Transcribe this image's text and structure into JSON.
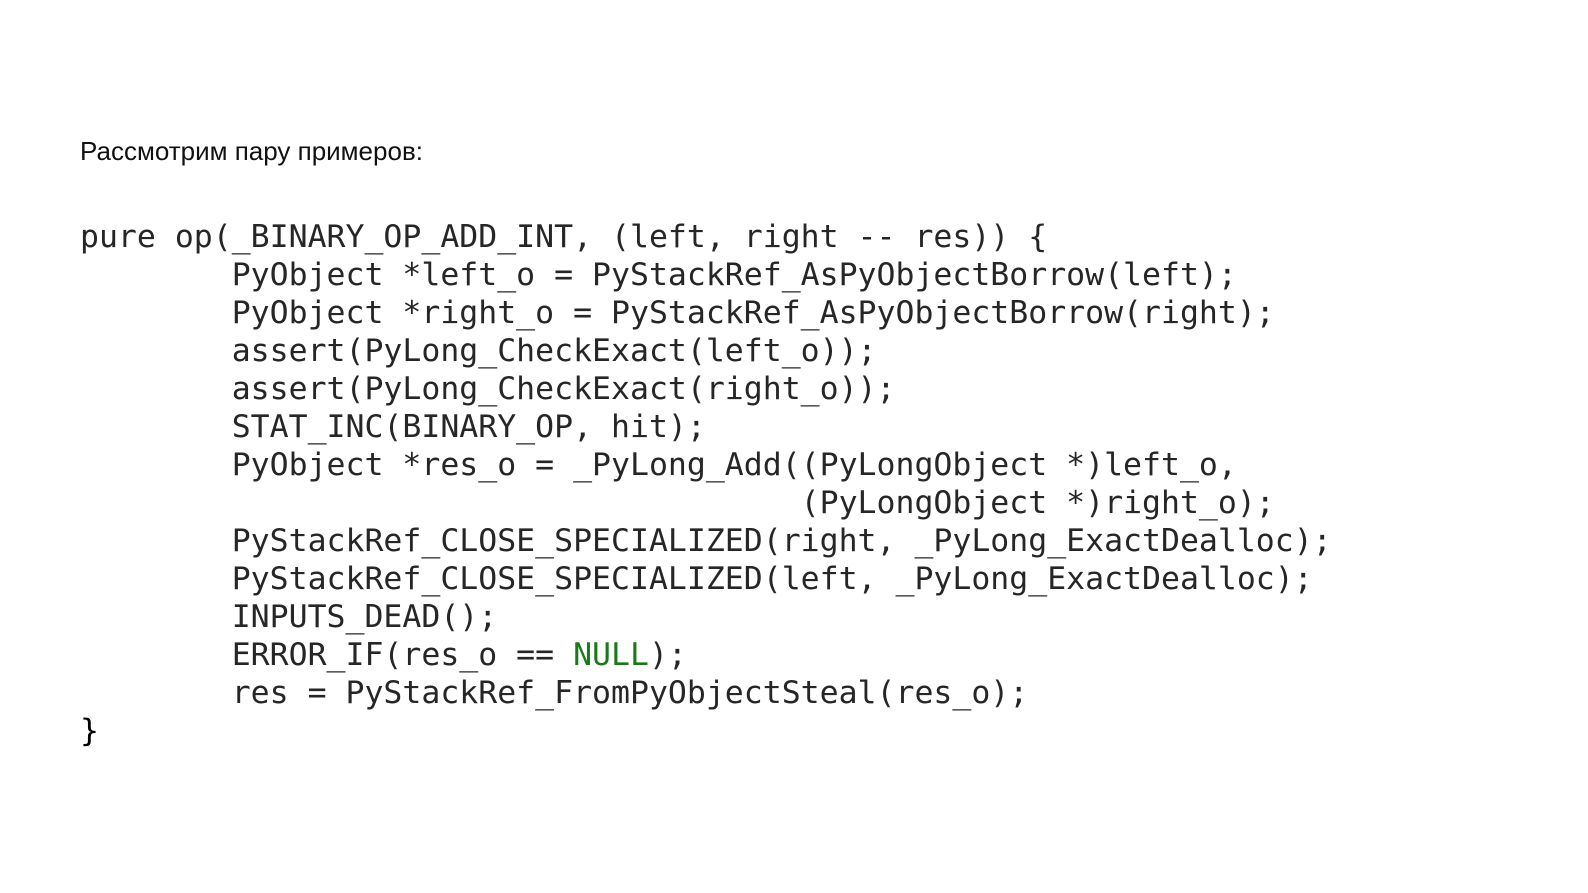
{
  "slide": {
    "intro_text": "Рассмотрим пару примеров:"
  },
  "code": {
    "lines": [
      "pure op(_BINARY_OP_ADD_INT, (left, right -- res)) {",
      "        PyObject *left_o = PyStackRef_AsPyObjectBorrow(left);",
      "        PyObject *right_o = PyStackRef_AsPyObjectBorrow(right);",
      "        assert(PyLong_CheckExact(left_o));",
      "        assert(PyLong_CheckExact(right_o));",
      "        STAT_INC(BINARY_OP, hit);",
      "        PyObject *res_o = _PyLong_Add((PyLongObject *)left_o,",
      "                                      (PyLongObject *)right_o);",
      "        PyStackRef_CLOSE_SPECIALIZED(right, _PyLong_ExactDealloc);",
      "        PyStackRef_CLOSE_SPECIALIZED(left, _PyLong_ExactDealloc);",
      "        INPUTS_DEAD();"
    ],
    "error_if": {
      "prefix": "        ERROR_IF(res_o == ",
      "keyword": "NULL",
      "suffix": ");"
    },
    "res_line": "        res = PyStackRef_FromPyObjectSteal(res_o);",
    "closing_brace": "}",
    "colors": {
      "text": "#262626",
      "null_keyword": "#1a7a1a"
    }
  }
}
